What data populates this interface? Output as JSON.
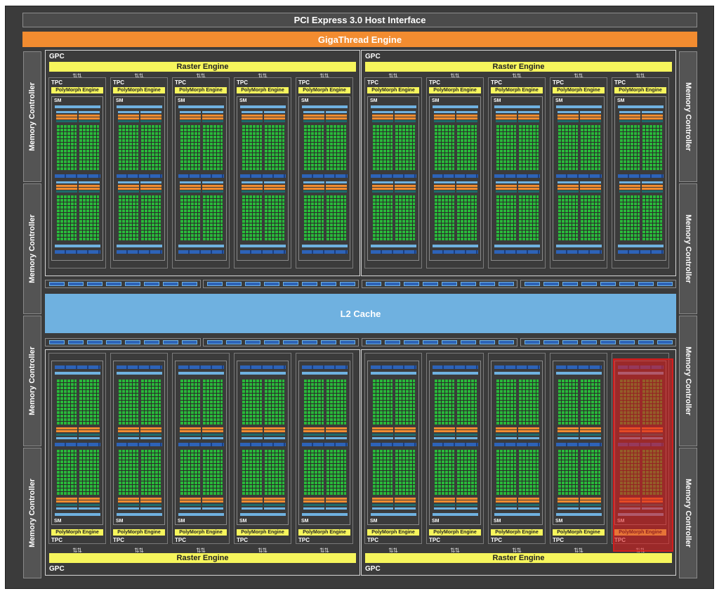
{
  "host_interface": "PCI Express 3.0 Host Interface",
  "gigathread": "GigaThread Engine",
  "memory_controller": "Memory Controller",
  "l2_cache": "L2 Cache",
  "gpc_label": "GPC",
  "raster_engine": "Raster Engine",
  "tpc_label": "TPC",
  "polymorph_engine": "PolyMorph Engine",
  "sm_label": "SM",
  "colors": {
    "background": "#3b3b3b",
    "gigathread": "#f28c30",
    "l2_cache": "#6fb1e0",
    "raster_engine": "#f6f55c",
    "cuda_core": "#29b83a",
    "register_file": "#2d63b8",
    "highlight": "#d21d1d"
  },
  "layout_counts": {
    "gpcs": 4,
    "tpcs_per_gpc": 5,
    "memory_controllers": 8
  },
  "highlighted_tpc": "bottom-right GPC, last TPC"
}
